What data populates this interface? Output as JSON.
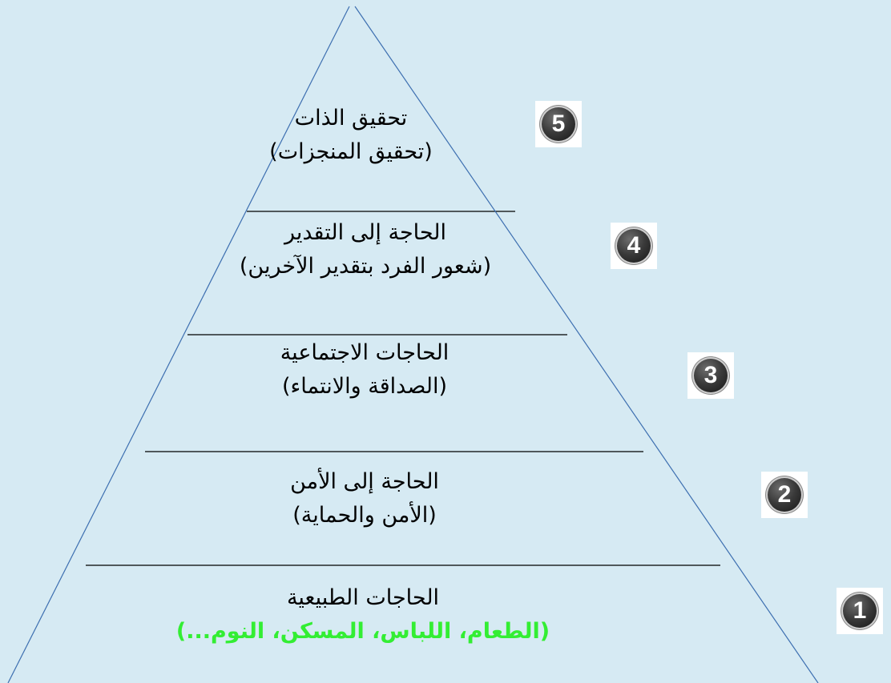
{
  "colors": {
    "background": "#d6eaf3",
    "pyramid_edge": "#3d6fb0",
    "divider": "#000000",
    "text": "#000000",
    "highlight_text": "#33ee33"
  },
  "pyramid": {
    "levels": [
      {
        "number": "5",
        "title": "تحقيق الذات",
        "subtitle": "(تحقيق المنجزات)",
        "subtitle_style": "normal"
      },
      {
        "number": "4",
        "title": "الحاجة إلى التقدير",
        "subtitle": "(شعور الفرد بتقدير الآخرين)",
        "subtitle_style": "normal"
      },
      {
        "number": "3",
        "title": "الحاجات الاجتماعية",
        "subtitle": "(الصداقة والانتماء)",
        "subtitle_style": "normal"
      },
      {
        "number": "2",
        "title": "الحاجة إلى الأمن",
        "subtitle": "(الأمن والحماية)",
        "subtitle_style": "normal"
      },
      {
        "number": "1",
        "title": "الحاجات الطبيعية",
        "subtitle": "(الطعام، اللباس، المسكن، النوم...)",
        "subtitle_style": "highlight"
      }
    ]
  }
}
